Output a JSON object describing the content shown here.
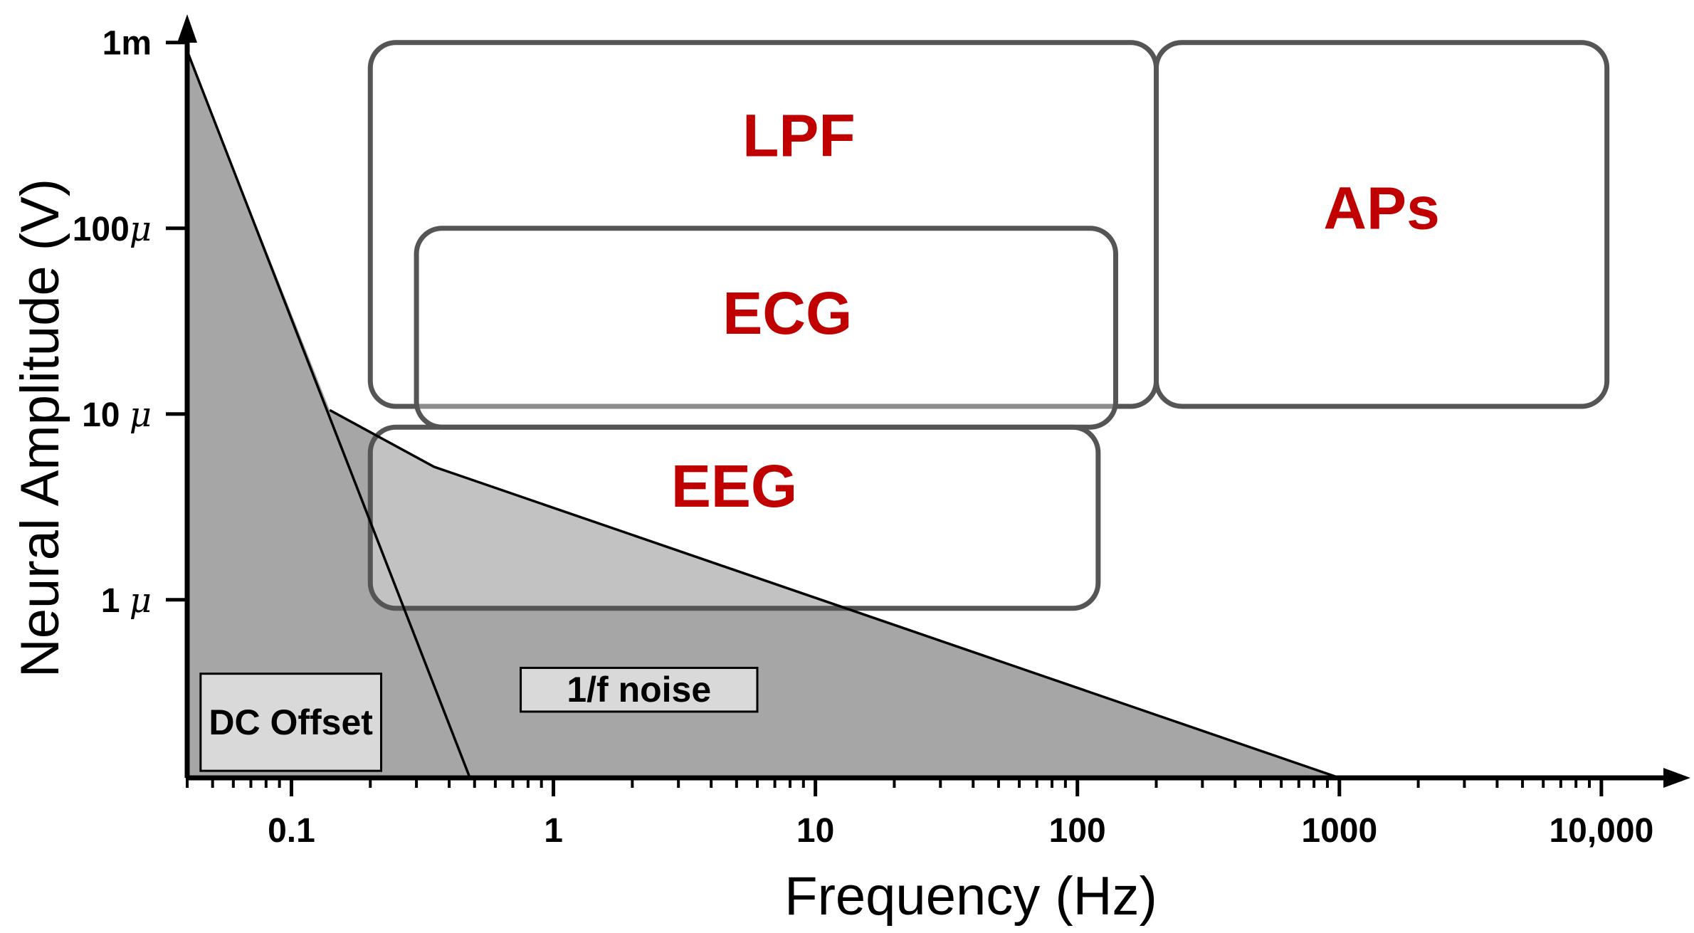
{
  "chart_data": {
    "type": "area",
    "xlabel": "Frequency (Hz)",
    "ylabel": "Neural Amplitude (V)",
    "x_scale": "log",
    "y_scale": "log",
    "xlim": [
      0.04,
      16000
    ],
    "ylim": [
      1.1e-07,
      0.0013
    ],
    "grid": false,
    "x_ticks": [
      {
        "value": 0.1,
        "label": "0.1"
      },
      {
        "value": 1,
        "label": "1"
      },
      {
        "value": 10,
        "label": "10"
      },
      {
        "value": 100,
        "label": "100"
      },
      {
        "value": 1000,
        "label": "1000"
      },
      {
        "value": 10000,
        "label": "10,000"
      }
    ],
    "y_ticks": [
      {
        "value": 1e-06,
        "label": "1 ",
        "suffix": "μ"
      },
      {
        "value": 1e-05,
        "label": "10 ",
        "suffix": "μ"
      },
      {
        "value": 0.0001,
        "label": "100",
        "suffix": "μ"
      },
      {
        "value": 0.001,
        "label": "1m",
        "suffix": ""
      }
    ],
    "series": [
      {
        "role": "dc-offset",
        "points": [
          [
            0.04,
            0.0009
          ],
          [
            0.48,
            1.1e-07
          ]
        ],
        "color": "#000000"
      },
      {
        "role": "one-over-f-noise",
        "points": [
          [
            0.14,
            1.05e-05
          ],
          [
            0.35,
            5.2e-06
          ],
          [
            1000,
            1.1e-07
          ]
        ],
        "color": "#000000"
      }
    ],
    "regions": [
      {
        "label": "LPF",
        "x_range": [
          0.2,
          200
        ],
        "y_range": [
          1.1e-05,
          0.001
        ],
        "color": "#c00000"
      },
      {
        "label": "ECG",
        "x_range": [
          0.3,
          140
        ],
        "y_range": [
          8.5e-06,
          0.0001
        ],
        "color": "#c00000"
      },
      {
        "label": "EEG",
        "x_range": [
          0.2,
          120
        ],
        "y_range": [
          9e-07,
          8.5e-06
        ],
        "color": "#c00000"
      },
      {
        "label": "APs",
        "x_range": [
          200,
          10500
        ],
        "y_range": [
          1.1e-05,
          0.001
        ],
        "color": "#c00000"
      }
    ],
    "annotations": [
      {
        "text": "DC Offset",
        "x_range": [
          0.045,
          0.22
        ],
        "y_range": [
          1.2e-07,
          4e-07
        ]
      },
      {
        "text": "1/f noise",
        "x_range": [
          0.75,
          6
        ],
        "y_range": [
          2.5e-07,
          4.3e-07
        ]
      }
    ]
  },
  "colors": {
    "fill_dark": "#a6a6a6",
    "fill_light": "#e2e2e2",
    "box_stroke": "#555555",
    "region_text": "#c00000"
  }
}
